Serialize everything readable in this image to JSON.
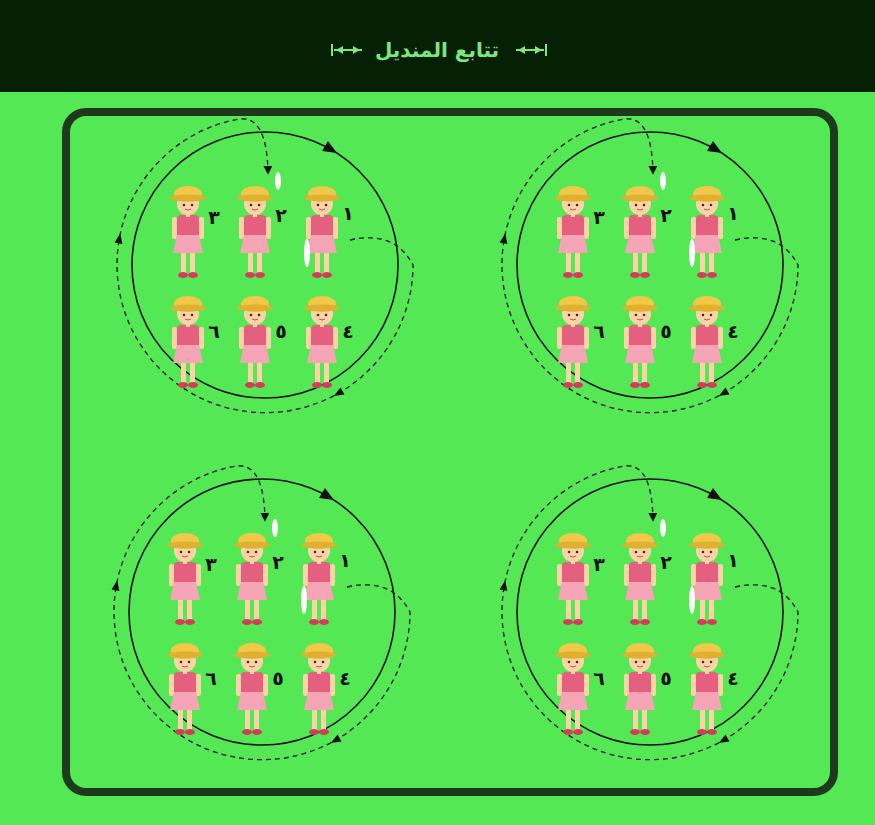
{
  "diagram": {
    "title": "تتابع المنديل",
    "labels": [
      "١",
      "٢",
      "٣",
      "٤",
      "٥",
      "٦",
      "١",
      "٢",
      "٣",
      "٤",
      "٥",
      "٦",
      "١",
      "٢",
      "٣",
      "٤",
      "٥",
      "٦",
      "١",
      "٢",
      "٣",
      "٤",
      "٥",
      "٦"
    ]
  }
}
